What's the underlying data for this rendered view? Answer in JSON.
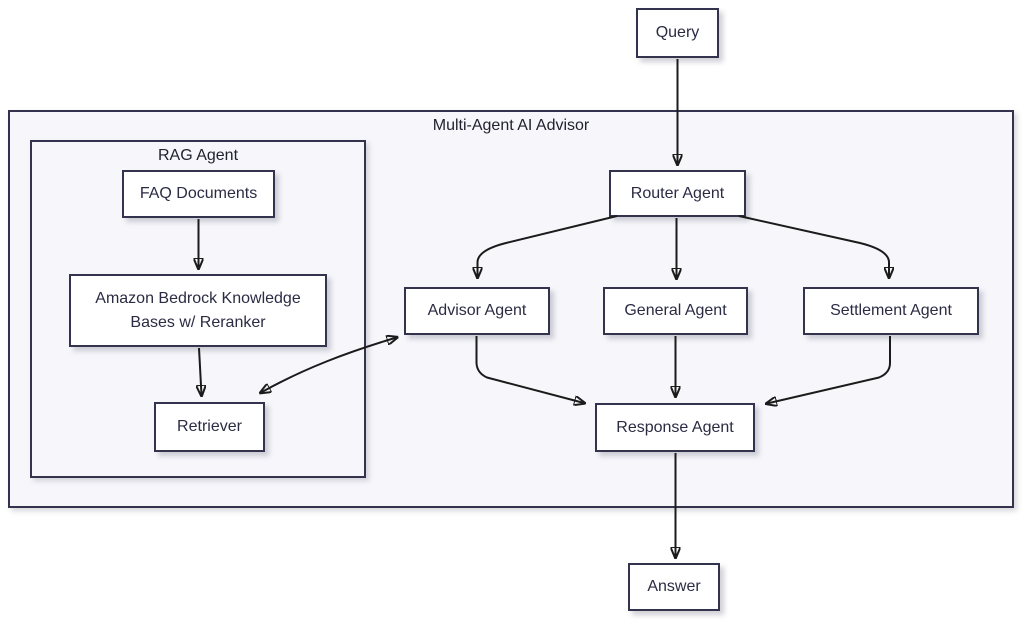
{
  "diagram": {
    "type": "flowchart",
    "containers": {
      "multi_agent": {
        "label": "Multi-Agent AI Advisor"
      },
      "rag": {
        "label": "RAG Agent"
      }
    },
    "nodes": {
      "query": {
        "label": "Query"
      },
      "router": {
        "label": "Router Agent"
      },
      "advisor": {
        "label": "Advisor Agent"
      },
      "general": {
        "label": "General Agent"
      },
      "settlement": {
        "label": "Settlement Agent"
      },
      "response": {
        "label": "Response Agent"
      },
      "answer": {
        "label": "Answer"
      },
      "faq": {
        "label": "FAQ Documents"
      },
      "bedrock": {
        "label": "Amazon Bedrock Knowledge Bases w/ Reranker"
      },
      "retriever": {
        "label": "Retriever"
      }
    },
    "edges": [
      {
        "from": "query",
        "to": "router",
        "direction": "one-way"
      },
      {
        "from": "router",
        "to": "advisor",
        "direction": "one-way"
      },
      {
        "from": "router",
        "to": "general",
        "direction": "one-way"
      },
      {
        "from": "router",
        "to": "settlement",
        "direction": "one-way"
      },
      {
        "from": "advisor",
        "to": "response",
        "direction": "one-way"
      },
      {
        "from": "general",
        "to": "response",
        "direction": "one-way"
      },
      {
        "from": "settlement",
        "to": "response",
        "direction": "one-way"
      },
      {
        "from": "response",
        "to": "answer",
        "direction": "one-way"
      },
      {
        "from": "faq",
        "to": "bedrock",
        "direction": "one-way"
      },
      {
        "from": "bedrock",
        "to": "retriever",
        "direction": "one-way"
      },
      {
        "from": "retriever",
        "to": "advisor",
        "direction": "two-way"
      }
    ],
    "colors": {
      "background": "#ffffff",
      "node_fill": "#ffffff",
      "node_border": "#33334d",
      "container_fill": "#f7f7fb",
      "container_border": "#33334d",
      "arrow": "#1b1b1b",
      "text": "#2b2b44"
    }
  }
}
